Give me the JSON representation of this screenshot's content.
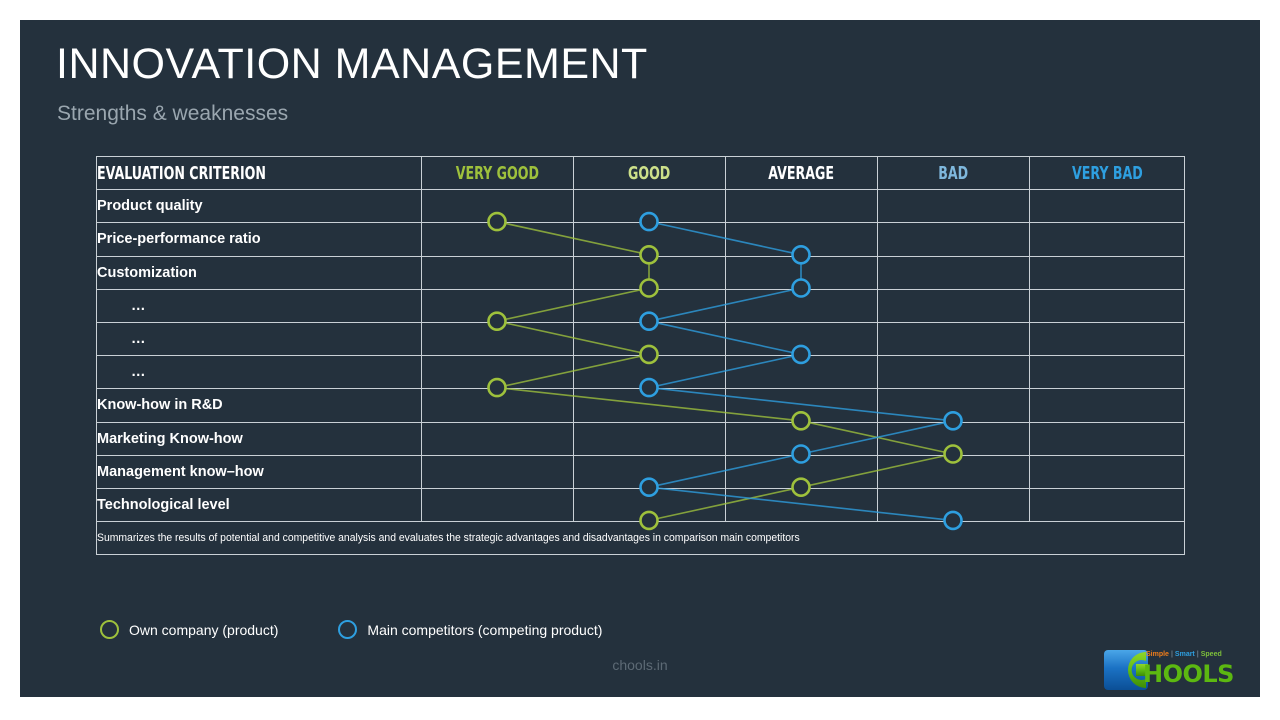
{
  "header": {
    "title": "INNOVATION MANAGEMENT",
    "subtitle": "Strengths & weaknesses"
  },
  "table": {
    "criterion_header": "EVALUATION CRITERION",
    "scale_headers": [
      {
        "label": "VERY GOOD",
        "color": "#9ec13c"
      },
      {
        "label": "GOOD",
        "color": "#cde08a"
      },
      {
        "label": "AVERAGE",
        "color": "#ffffff"
      },
      {
        "label": "BAD",
        "color": "#7fb8dd"
      },
      {
        "label": "VERY BAD",
        "color": "#2e9fe0"
      }
    ],
    "rows": [
      {
        "label": "Product quality",
        "own": 1,
        "competitor": 2
      },
      {
        "label": "Price-performance ratio",
        "own": 2,
        "competitor": 3
      },
      {
        "label": "Customization",
        "own": 2,
        "competitor": 3
      },
      {
        "label": "…",
        "own": 1,
        "competitor": 2
      },
      {
        "label": "…",
        "own": 2,
        "competitor": 3
      },
      {
        "label": "…",
        "own": 1,
        "competitor": 2
      },
      {
        "label": "Know-how in R&D",
        "own": 3,
        "competitor": 4
      },
      {
        "label": "Marketing Know-how",
        "own": 4,
        "competitor": 3
      },
      {
        "label": "Management know–how",
        "own": 3,
        "competitor": 2
      },
      {
        "label": "Technological level",
        "own": 2,
        "competitor": 4
      }
    ],
    "note": "Summarizes the results of potential and competitive analysis and  evaluates the strategic advantages and disadvantages in comparison main competitors"
  },
  "legend": [
    {
      "label": "Own company (product)",
      "series": "own",
      "color": "#9ec13c"
    },
    {
      "label": "Main competitors (competing product)",
      "series": "competitor",
      "color": "#2e9fe0"
    }
  ],
  "footer": {
    "site": "chools.in"
  },
  "logo": {
    "word": "HOOLS",
    "tagline": [
      "Simple",
      "Smart",
      "Speed"
    ],
    "separator": "|"
  },
  "chart_data": {
    "type": "line",
    "title": "Strengths & weaknesses",
    "xlabel": "",
    "ylabel": "Evaluation criterion",
    "categories": [
      "VERY GOOD",
      "GOOD",
      "AVERAGE",
      "BAD",
      "VERY BAD"
    ],
    "rows": [
      "Product quality",
      "Price-performance ratio",
      "Customization",
      "…",
      "…",
      "…",
      "Know-how in R&D",
      "Marketing Know-how",
      "Management know–how",
      "Technological level"
    ],
    "series": [
      {
        "name": "Own company (product)",
        "color": "#9ec13c",
        "values": [
          1,
          2,
          2,
          1,
          2,
          1,
          3,
          4,
          3,
          2
        ]
      },
      {
        "name": "Main competitors (competing product)",
        "color": "#2e9fe0",
        "values": [
          2,
          3,
          3,
          2,
          3,
          2,
          4,
          3,
          2,
          4
        ]
      }
    ],
    "legend_position": "bottom-left",
    "grid": true
  }
}
